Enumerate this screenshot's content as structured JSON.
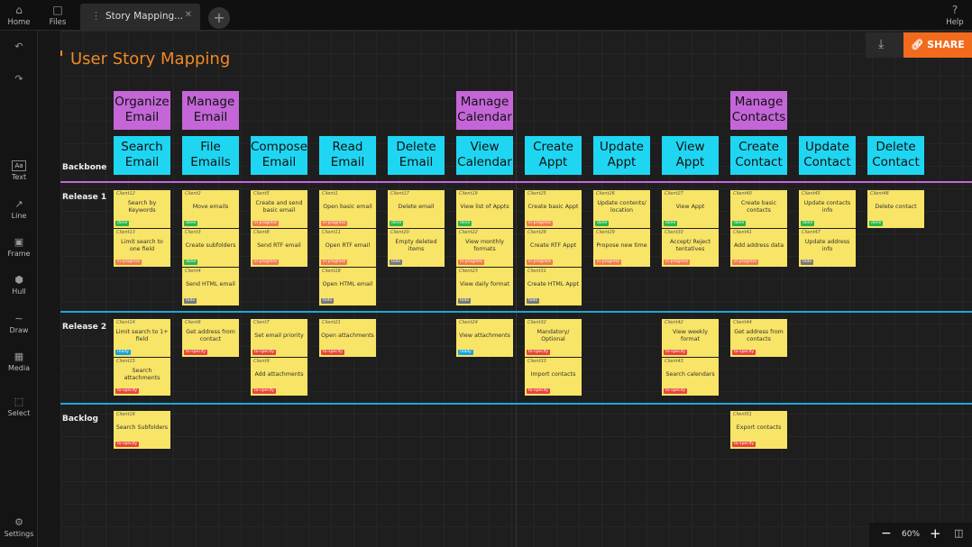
{
  "topbar": {
    "home": "Home",
    "files": "Files",
    "help": "Help",
    "tab_title": "Story Mapping..."
  },
  "sidebar": {
    "text": "Text",
    "line": "Line",
    "frame": "Frame",
    "hull": "Hull",
    "draw": "Draw",
    "media": "Media",
    "select": "Select",
    "settings": "Settings",
    "text_icon": "Aa"
  },
  "board": {
    "title": "User Story Mapping",
    "share": "SHARE"
  },
  "rows": {
    "backbone": "Backbone",
    "release1": "Release 1",
    "release2": "Release 2",
    "backlog": "Backlog"
  },
  "colors": {
    "step": "#1fd6f2",
    "activity": "#c466d8",
    "card": "#f8e466",
    "release_line": "#c466d8",
    "divider": "#1fa7d6",
    "share": "#f26b1d",
    "title": "#f08a24",
    "done": "#2bb64b",
    "in-progress": "#ef7b4c",
    "todo": "#777777",
    "to-specify": "#e8453c",
    "ready": "#1aa3d9"
  },
  "activities": [
    "Organize Email",
    "Manage Email",
    "Manage Calendar",
    "Manage Contacts"
  ],
  "steps": [
    "Search Email",
    "File Emails",
    "Compose Email",
    "Read Email",
    "Delete Email",
    "View Calendar",
    "Create Appt",
    "Update Appt",
    "View Appt",
    "Create Contact",
    "Update Contact",
    "Delete Contact"
  ],
  "cards": [
    {
      "id": "Client12",
      "text": "Search by Keywords",
      "status": "done"
    },
    {
      "id": "Client13",
      "text": "Limit search to one field",
      "status": "in-progress"
    },
    {
      "id": "Client2",
      "text": "Move emails",
      "status": "done"
    },
    {
      "id": "Client3",
      "text": "Create subfolders",
      "status": "done"
    },
    {
      "id": "Client4",
      "text": "Send HTML email",
      "status": "todo"
    },
    {
      "id": "Client5",
      "text": "Create and send basic email",
      "status": "in-progress"
    },
    {
      "id": "Client8",
      "text": "Send RTF email",
      "status": "in-progress"
    },
    {
      "id": "Client1",
      "text": "Open basic email",
      "status": "in-progress"
    },
    {
      "id": "Client11",
      "text": "Open RTF email",
      "status": "in-progress"
    },
    {
      "id": "Client18",
      "text": "Open HTML email",
      "status": "todo"
    },
    {
      "id": "Client17",
      "text": "Delete email",
      "status": "done"
    },
    {
      "id": "Client20",
      "text": "Empty deleted items",
      "status": "todo"
    },
    {
      "id": "Client19",
      "text": "View list of Appts",
      "status": "done"
    },
    {
      "id": "Client22",
      "text": "View monthly formats",
      "status": "in-progress"
    },
    {
      "id": "Client23",
      "text": "View daily format",
      "status": "todo"
    },
    {
      "id": "Client25",
      "text": "Create basic Appt",
      "status": "in-progress"
    },
    {
      "id": "Client28",
      "text": "Create RTF Appt",
      "status": "in-progress"
    },
    {
      "id": "Client31",
      "text": "Create HTML Appt",
      "status": "todo"
    },
    {
      "id": "Client26",
      "text": "Update contents/ location",
      "status": "done"
    },
    {
      "id": "Client29",
      "text": "Propose new time",
      "status": "in-progress"
    },
    {
      "id": "Client27",
      "text": "View Appt",
      "status": "done"
    },
    {
      "id": "Client30",
      "text": "Accept/ Reject tentatives",
      "status": "in-progress"
    },
    {
      "id": "Client40",
      "text": "Create basic contacts",
      "status": "done"
    },
    {
      "id": "Client41",
      "text": "Add address data",
      "status": "in-progress"
    },
    {
      "id": "Client45",
      "text": "Update contacts info",
      "status": "done"
    },
    {
      "id": "Client47",
      "text": "Update address info",
      "status": "todo"
    },
    {
      "id": "Client46",
      "text": "Delete contact",
      "status": "done"
    },
    {
      "id": "Client14",
      "text": "Limit search to 1+ field",
      "status": "ready"
    },
    {
      "id": "Client15",
      "text": "Search attachments",
      "status": "to-specify"
    },
    {
      "id": "Client6",
      "text": "Get address from contact",
      "status": "to-specify"
    },
    {
      "id": "Client7",
      "text": "Set email priority",
      "status": "to-specify"
    },
    {
      "id": "Client9",
      "text": "Add attachments",
      "status": "to-specify"
    },
    {
      "id": "Client21",
      "text": "Open attachments",
      "status": "to-specify"
    },
    {
      "id": "Client24",
      "text": "View attachments",
      "status": "ready"
    },
    {
      "id": "Client32",
      "text": "Mandatory/ Optional",
      "status": "to-specify"
    },
    {
      "id": "Client33",
      "text": "Import contacts",
      "status": "to-specify"
    },
    {
      "id": "Client42",
      "text": "View weekly format",
      "status": "to-specify"
    },
    {
      "id": "Client43",
      "text": "Search calendars",
      "status": "to-specify"
    },
    {
      "id": "Client44",
      "text": "Get address from contacts",
      "status": "to-specify"
    },
    {
      "id": "Client16",
      "text": "Search Subfolders",
      "status": "to-specify"
    },
    {
      "id": "Client51",
      "text": "Export contacts",
      "status": "to-specify"
    }
  ],
  "status_labels": {
    "done": "done",
    "in-progress": "in-progress",
    "todo": "todo",
    "to-specify": "to-specify",
    "ready": "ready"
  },
  "zoom": {
    "level": "60%",
    "minus": "−",
    "plus": "+"
  }
}
